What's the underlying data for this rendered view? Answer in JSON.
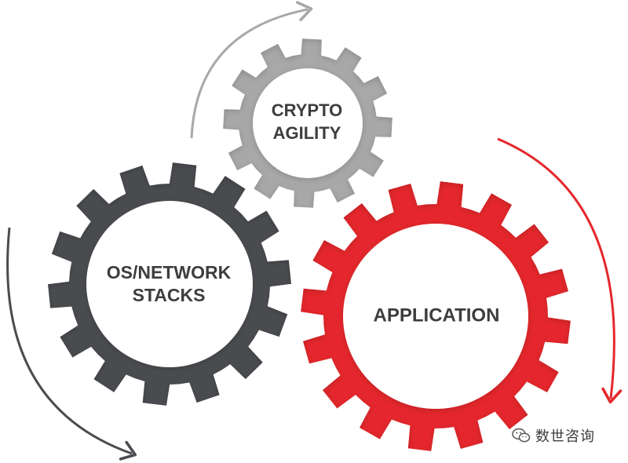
{
  "gears": [
    {
      "id": "crypto-agility",
      "label_lines": [
        "CRYPTO",
        "AGILITY"
      ],
      "color": "#a8a8a8"
    },
    {
      "id": "os-network-stacks",
      "label_lines": [
        "OS/NETWORK",
        "STACKS"
      ],
      "color": "#4a4c50"
    },
    {
      "id": "application",
      "label_lines": [
        "APPLICATION"
      ],
      "color": "#e5282d"
    }
  ],
  "arrows": [
    {
      "id": "arrow-crypto",
      "color": "#a8a8a8"
    },
    {
      "id": "arrow-os-network",
      "color": "#4a4c50"
    },
    {
      "id": "arrow-application",
      "color": "#e5282d"
    }
  ],
  "colors": {
    "label_text": "#3d3d3d",
    "hub_fill": "#ffffff"
  },
  "watermark": {
    "icon": "wechat-icon",
    "text": "数世咨询"
  }
}
